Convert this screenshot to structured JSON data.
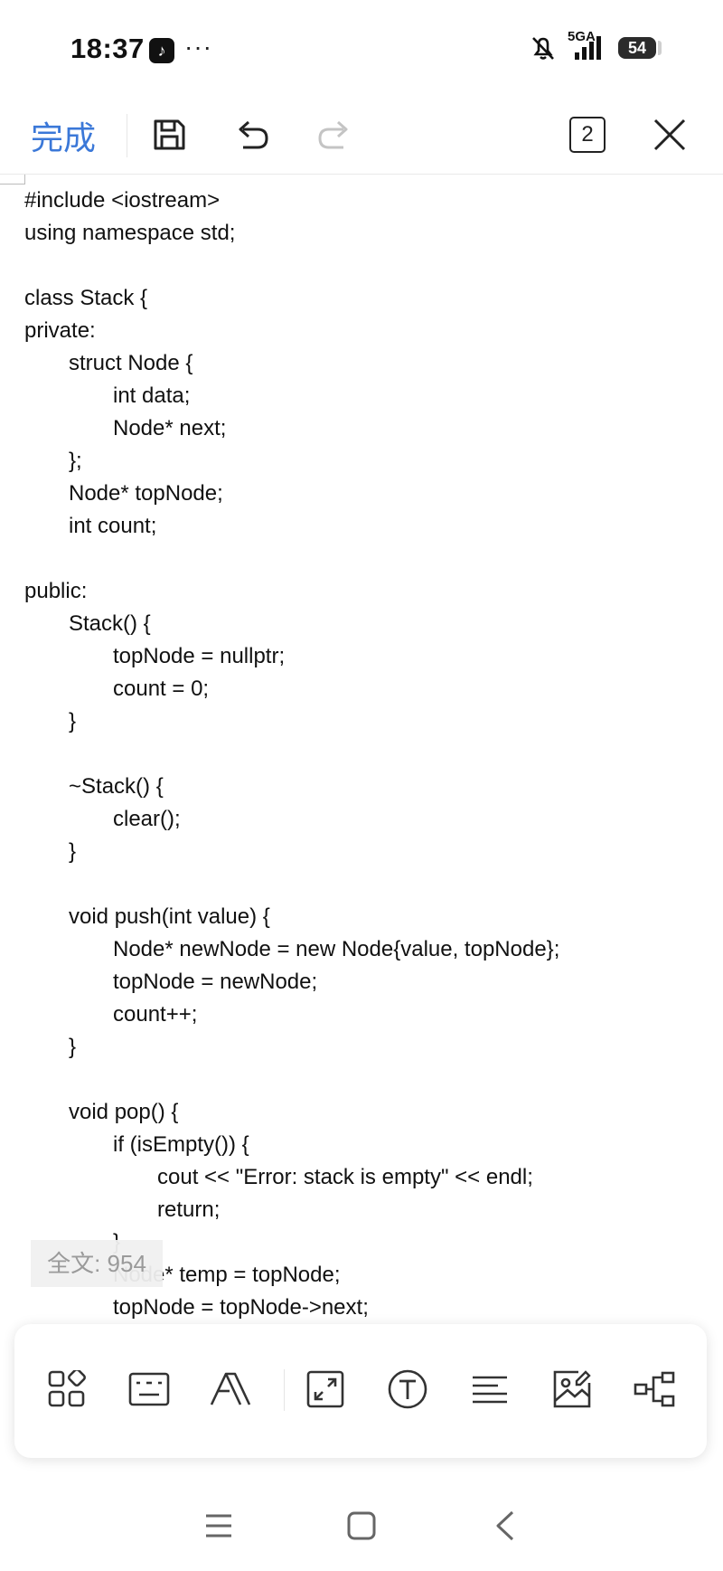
{
  "status_bar": {
    "time": "18:37",
    "more": "···",
    "network": "5GA",
    "battery": "54"
  },
  "toolbar": {
    "done_label": "完成",
    "page_count": "2"
  },
  "code_lines": [
    {
      "text": "#include <iostream>",
      "indent": 0
    },
    {
      "text": "using namespace std;",
      "indent": 0
    },
    {
      "text": "",
      "indent": 0
    },
    {
      "text": "class Stack {",
      "indent": 0
    },
    {
      "text": "private:",
      "indent": 0
    },
    {
      "text": "struct Node {",
      "indent": 1
    },
    {
      "text": "int data;",
      "indent": 2
    },
    {
      "text": "Node* next;",
      "indent": 2
    },
    {
      "text": "};",
      "indent": 1
    },
    {
      "text": "Node* topNode;",
      "indent": 1
    },
    {
      "text": "int count;",
      "indent": 1
    },
    {
      "text": "",
      "indent": 0
    },
    {
      "text": "public:",
      "indent": 0
    },
    {
      "text": "Stack() {",
      "indent": 1
    },
    {
      "text": "topNode = nullptr;",
      "indent": 2
    },
    {
      "text": "count = 0;",
      "indent": 2
    },
    {
      "text": "}",
      "indent": 1
    },
    {
      "text": "",
      "indent": 0
    },
    {
      "text": "~Stack() {",
      "indent": 1
    },
    {
      "text": "clear();",
      "indent": 2
    },
    {
      "text": "}",
      "indent": 1
    },
    {
      "text": "",
      "indent": 0
    },
    {
      "text": "void push(int value) {",
      "indent": 1
    },
    {
      "text": "Node* newNode = new Node{value, topNode};",
      "indent": 2
    },
    {
      "text": "topNode = newNode;",
      "indent": 2
    },
    {
      "text": "count++;",
      "indent": 2
    },
    {
      "text": "}",
      "indent": 1
    },
    {
      "text": "",
      "indent": 0
    },
    {
      "text": "void pop() {",
      "indent": 1
    },
    {
      "text": "if (isEmpty()) {",
      "indent": 2
    },
    {
      "text": "cout << \"Error: stack is empty\" << endl;",
      "indent": 3
    },
    {
      "text": "return;",
      "indent": 3
    },
    {
      "text": "}",
      "indent": 2
    },
    {
      "text": "Node* temp = topNode;",
      "indent": 2
    },
    {
      "text": "topNode = topNode->next;",
      "indent": 2
    }
  ],
  "word_count": "全文: 954",
  "tools": [
    "grid-icon",
    "keyboard-icon",
    "font-style-icon",
    "fullscreen-icon",
    "text-tool-icon",
    "align-icon",
    "image-icon",
    "mindmap-icon"
  ],
  "colors": {
    "accent": "#3b78d8"
  }
}
